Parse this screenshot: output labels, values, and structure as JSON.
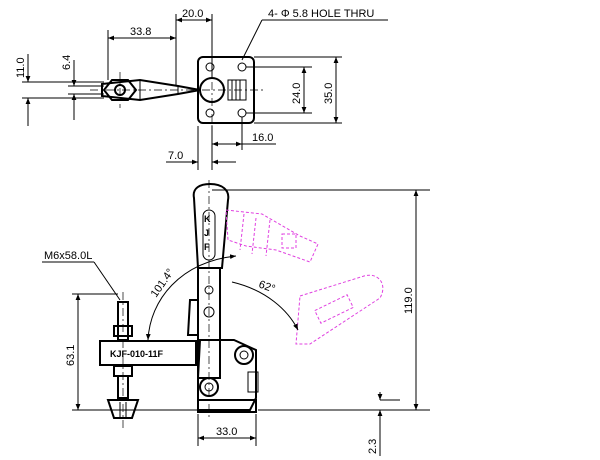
{
  "dimensions": {
    "hole_note": "4- Φ 5.8 HOLE THRU",
    "width_top": "20.0",
    "arm_reach": "33.8",
    "height_11": "11.0",
    "height_6_4": "6.4",
    "base_24": "24.0",
    "base_35": "35.0",
    "offset_16": "16.0",
    "offset_7": "7.0",
    "bolt": "M6x58.0L",
    "angle_open": "101.4°",
    "angle_62": "62°",
    "height_63_1": "63.1",
    "height_119": "119.0",
    "base_33": "33.0",
    "base_2_3": "2.3"
  },
  "part_label": "KJF-010-11F",
  "colors": {
    "line": "#000000",
    "phantom": "#e040e0",
    "background": "#ffffff"
  }
}
